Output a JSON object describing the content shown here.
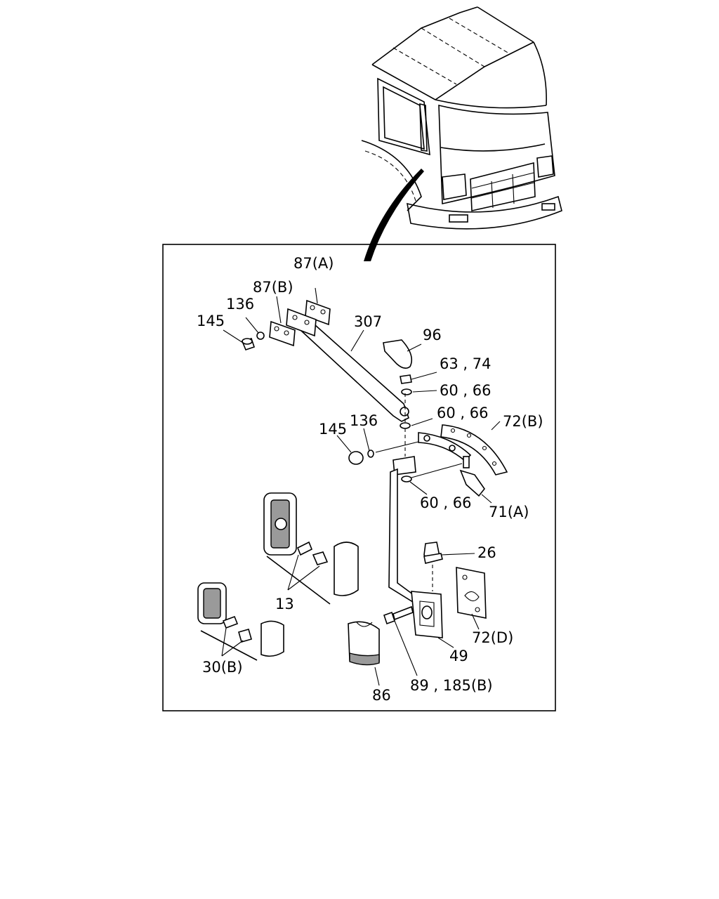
{
  "labels": {
    "p87a": "87(A)",
    "p87b": "87(B)",
    "p136_top": "136",
    "p145_top": "145",
    "p307": "307",
    "p96": "96",
    "p63_74": "63 , 74",
    "p60_66_a": "60 , 66",
    "p60_66_b": "60 , 66",
    "p72b": "72(B)",
    "p145_mid": "145",
    "p136_mid": "136",
    "p60_66_c": "60 , 66",
    "p71a": "71(A)",
    "p26": "26",
    "p13": "13",
    "p72d": "72(D)",
    "p49": "49",
    "p30b": "30(B)",
    "p86": "86",
    "p89_185b": "89 , 185(B)"
  }
}
